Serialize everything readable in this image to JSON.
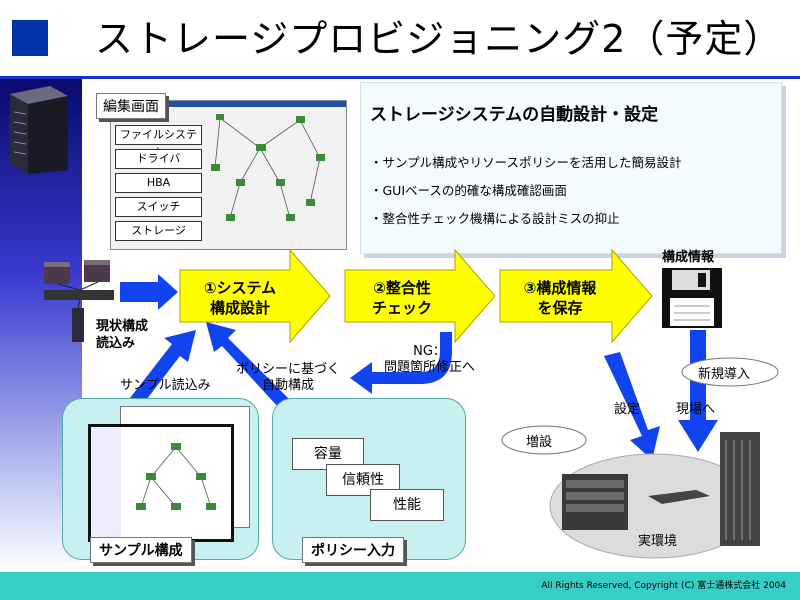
{
  "title": "ストレージプロビジョニング2（予定）",
  "infobox": {
    "heading": "ストレージシステムの自動設計・設定",
    "bullets": [
      "・サンプル構成やリソースポリシーを活用した簡易設計",
      "・GUIベースの的確な構成確認画面",
      "・整合性チェック機構による設計ミスの抑止"
    ]
  },
  "edit_screen": {
    "label": "編集画面",
    "menu": [
      "ファイルシステム",
      "ドライバ",
      "HBA",
      "スイッチ",
      "ストレージ"
    ]
  },
  "steps": [
    {
      "line1": "①システム",
      "line2": "構成設計"
    },
    {
      "line1": "②整合性",
      "line2": "チェック"
    },
    {
      "line1": "③構成情報",
      "line2": "を保存"
    }
  ],
  "labels": {
    "current_config": "現状構成\n読込み",
    "sample_load": "サンプル読込み",
    "policy_based": "ポリシーに基づく\n自動構成",
    "ng_fix": "NG：\n問題箇所修正へ",
    "config_info": "構成情報",
    "new_install": "新規導入",
    "setting": "設定",
    "to_site": "現場へ",
    "expansion": "増設",
    "real_env": "実環境"
  },
  "panels": {
    "sample": "サンプル構成",
    "policy": "ポリシー入力"
  },
  "policy_items": [
    "容量",
    "信頼性",
    "性能"
  ],
  "footer": "All Rights Reserved, Copyright (C) 富士通株式会社 2004",
  "colors": {
    "title_square": "#0033aa",
    "footer": "#38cec8",
    "step_arrow": "#ffff00",
    "flow_arrow": "#1144ee",
    "panel_fill": "#c8f0f0"
  }
}
